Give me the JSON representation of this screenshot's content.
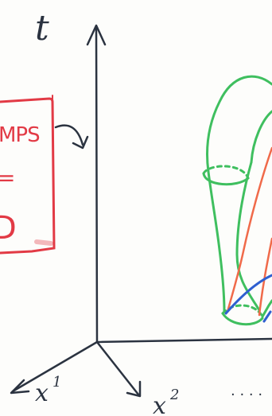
{
  "axes": {
    "time_label": "t",
    "x1_label": "x",
    "x1_sup": "1",
    "x2_label": "x",
    "x2_sup": "2",
    "ellipsis": "· · · ·"
  },
  "box": {
    "text": "MPS",
    "glyph_mid": "=",
    "glyph_bottom": "D"
  },
  "colors": {
    "ink": "#2b3340",
    "box_red": "#e23a45",
    "surface_green": "#3fbf5f",
    "line_orange": "#f06a4a",
    "line_blue": "#2f5fd0"
  }
}
